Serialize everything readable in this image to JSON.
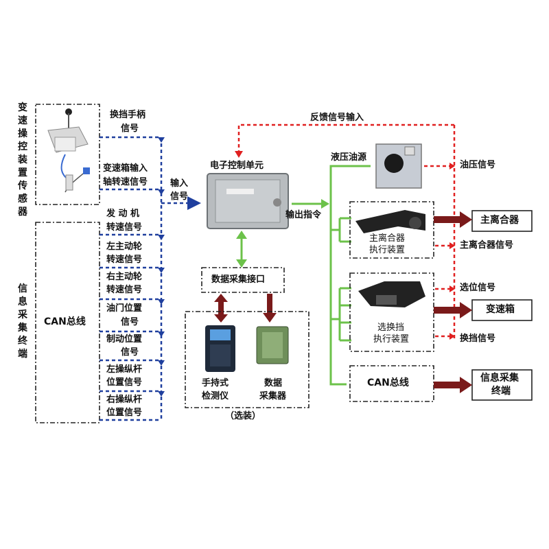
{
  "labels": {
    "sensor_vertical": "变速操控装置传感器",
    "info_vertical": "信息采集终端",
    "can_bus_left": "CAN总线",
    "shift_handle_signal_1": "换挡手柄",
    "shift_handle_signal_2": "信号",
    "gearbox_input_signal_1": "变速箱输入",
    "gearbox_input_signal_2": "轴转速信号",
    "engine_speed_1": "发 动 机",
    "engine_speed_2": "转速信号",
    "left_wheel_1": "左主动轮",
    "left_wheel_2": "转速信号",
    "right_wheel_1": "右主动轮",
    "right_wheel_2": "转速信号",
    "throttle_1": "油门位置",
    "throttle_2": "信号",
    "brake_1": "制动位置",
    "brake_2": "信号",
    "left_stick_1": "左操纵杆",
    "left_stick_2": "位置信号",
    "right_stick_1": "右操纵杆",
    "right_stick_2": "位置信号",
    "input_signal_1": "输入",
    "input_signal_2": "信号",
    "ecu": "电子控制单元",
    "feedback": "反馈信号输入",
    "output_cmd": "输出指令",
    "hydraulic_source": "液压油源",
    "oil_pressure_signal": "油压信号",
    "data_interface": "数据采集接口",
    "handheld_1": "手持式",
    "handheld_2": "检测仪",
    "collector_1": "数据",
    "collector_2": "采集器",
    "optional": "（选装）",
    "main_clutch_actuator_1": "主离合器",
    "main_clutch_actuator_2": "执行装置",
    "main_clutch_signal": "主离合器信号",
    "main_clutch": "主离合器",
    "select_signal": "选位信号",
    "select_shift_actuator_1": "选换挡",
    "select_shift_actuator_2": "执行装置",
    "shift_signal": "换挡信号",
    "gearbox": "变速箱",
    "can_bus_right": "CAN总线",
    "info_terminal_1": "信息采集",
    "info_terminal_2": "终端"
  },
  "colors": {
    "blue_signal": "#1f3f9e",
    "red_feedback": "#e02020",
    "green_command": "#6cc24a",
    "dark_red_arrow": "#7a1a1a",
    "box_border": "#222222"
  }
}
